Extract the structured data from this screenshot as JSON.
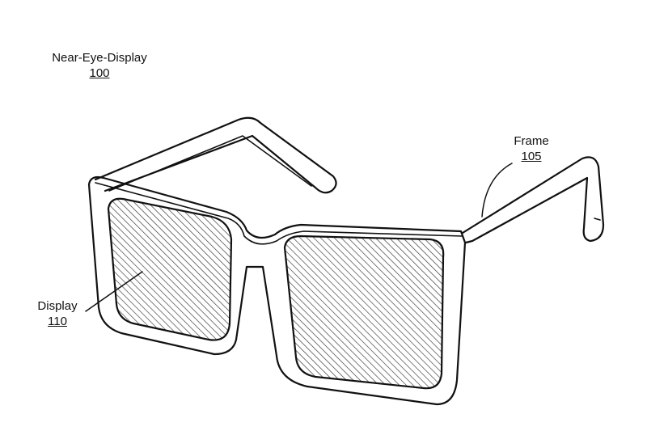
{
  "labels": {
    "device": {
      "title": "Near-Eye-Display",
      "ref": "100"
    },
    "frame": {
      "title": "Frame",
      "ref": "105"
    },
    "display": {
      "title": "Display",
      "ref": "110"
    }
  },
  "colors": {
    "line": "#111111",
    "background": "#ffffff"
  }
}
